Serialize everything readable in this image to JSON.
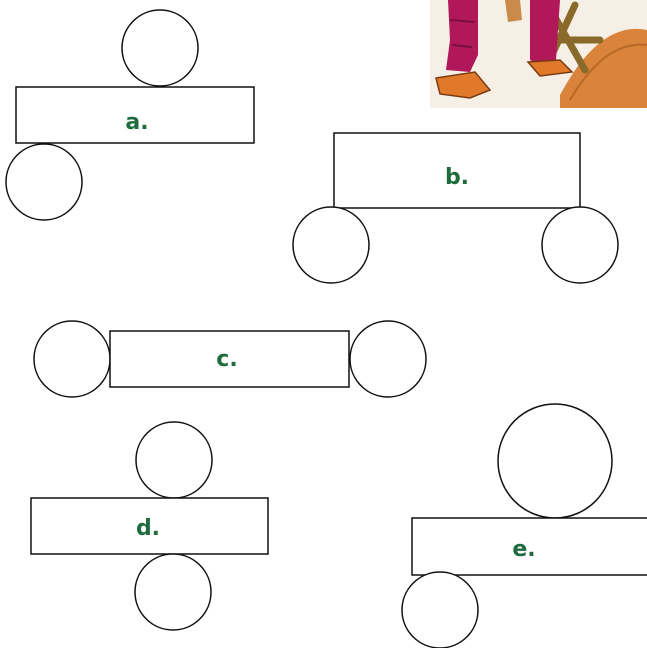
{
  "labels": {
    "a": "a.",
    "b": "b.",
    "c": "c.",
    "d": "d.",
    "e": "e."
  },
  "illustration": {
    "icon": "cartoon-character-legs-icon",
    "colors": {
      "trousers": "#b0185a",
      "shoes": "#e07a2a",
      "skin": "#c98a4a",
      "wood": "#8a6a2a",
      "sand": "#d9843a"
    }
  },
  "colors": {
    "label": "#1f6b3e",
    "stroke": "#111111",
    "fill": "#ffffff"
  }
}
